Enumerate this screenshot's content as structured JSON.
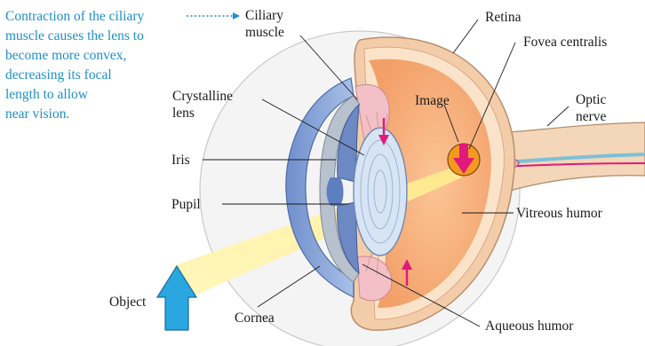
{
  "note": {
    "lines": [
      "Contraction of the ciliary",
      "muscle causes the lens to",
      "become more convex,",
      "decreasing its focal",
      "length to allow",
      "near vision."
    ]
  },
  "labels": {
    "ciliary_muscle": [
      "Ciliary",
      "muscle"
    ],
    "retina": "Retina",
    "fovea_centralis": "Fovea centralis",
    "crystalline_lens": [
      "Crystalline",
      "lens"
    ],
    "image": "Image",
    "optic_nerve": [
      "Optic",
      "nerve"
    ],
    "iris": "Iris",
    "pupil": "Pupil",
    "vitreous_humor": "Vitreous humor",
    "object": "Object",
    "cornea": "Cornea",
    "aqueous_humor": "Aqueous humor"
  },
  "colors": {
    "note_text": "#1e8fc6",
    "label_text": "#1a1a1a",
    "vitreous_body": "#f7b27f",
    "sclera_outer": "#f1c9a6",
    "retina_layer": "#f7dcc0",
    "cornea_blue": "#7f9fd3",
    "lens": "#c9daf0",
    "light_cone": "#fff3a8",
    "object_arrow": "#2aa6e0",
    "image_arrow": "#e0197d",
    "image_circle": "#f39a1e",
    "muscle_arrows": "#e0197d"
  }
}
